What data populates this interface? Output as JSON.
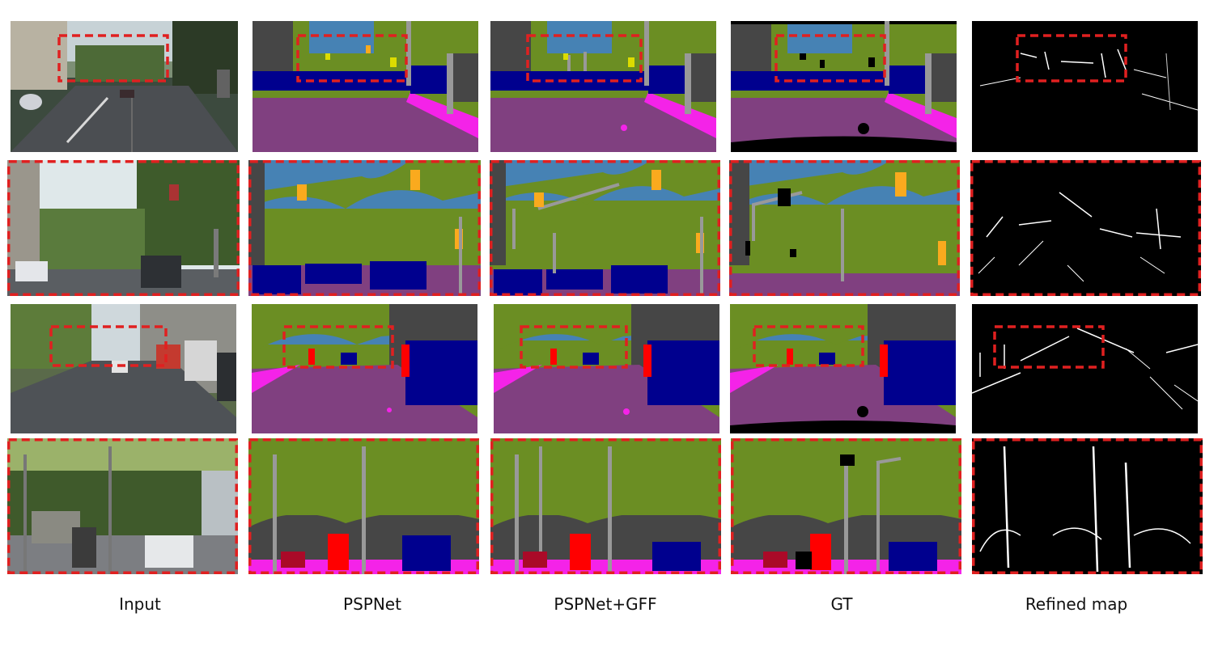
{
  "columns": [
    "Input",
    "PSPNet",
    "PSPNet+GFF",
    "GT",
    "Refined map"
  ],
  "rows": [
    {
      "view": "full",
      "highlight_box": true
    },
    {
      "view": "zoom",
      "dashed_frame": true
    },
    {
      "view": "full",
      "highlight_box": true
    },
    {
      "view": "zoom",
      "dashed_frame": true
    }
  ],
  "colors": {
    "road": "#804080",
    "sidewalk": "#f423e8",
    "building": "#464646",
    "vegetation": "#6b8e23",
    "sky": "#4682b4",
    "car": "#00008e",
    "pole": "#999999",
    "traffic_sign": "#dcdc00",
    "traffic_light": "#faaa1e",
    "person": "#ff0000",
    "rider": "#aa0a28",
    "void": "#000000",
    "highlight": "#e02020",
    "refined_edge": "#ffffff"
  }
}
